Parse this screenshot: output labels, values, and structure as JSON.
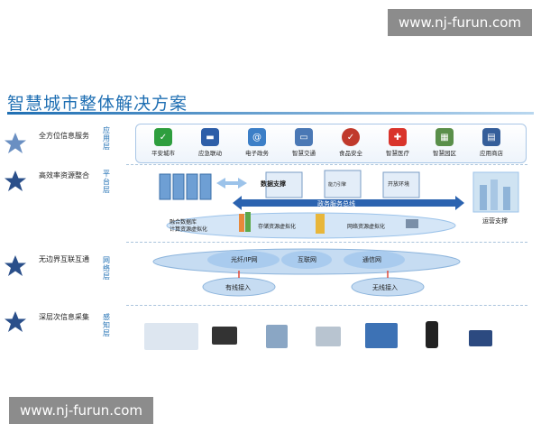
{
  "watermarks": {
    "top": "www.nj-furun.com",
    "bottom": "www.nj-furun.com"
  },
  "title": "智慧城市整体解决方案",
  "layers": [
    {
      "left_label": "全方位信息服务",
      "vertical_label": "应用层"
    },
    {
      "left_label": "高效率资源整合",
      "vertical_label": "平台层"
    },
    {
      "left_label": "无边界互联互通",
      "vertical_label": "网络层"
    },
    {
      "left_label": "深层次信息采集",
      "vertical_label": "感知层"
    }
  ],
  "apps": [
    {
      "label": "平安城市",
      "icon": "shield-icon",
      "color": "#2e9e3e"
    },
    {
      "label": "应急联动",
      "icon": "police-car-icon",
      "color": "#2d5ea8"
    },
    {
      "label": "电子政务",
      "icon": "email-icon",
      "color": "#3c7fc7"
    },
    {
      "label": "智慧交通",
      "icon": "bus-icon",
      "color": "#4a78b5"
    },
    {
      "label": "食品安全",
      "icon": "food-safety-badge-icon",
      "color": "#c0392b"
    },
    {
      "label": "智慧医疗",
      "icon": "medical-kit-icon",
      "color": "#d9342b"
    },
    {
      "label": "智慧园区",
      "icon": "park-map-icon",
      "color": "#5a8f4a"
    },
    {
      "label": "应用商店",
      "icon": "app-store-icon",
      "color": "#355e9a"
    }
  ],
  "platform": {
    "server_tags": [
      "数据支撑",
      "能力引擎",
      "开放环境"
    ],
    "bus": "政务服务总线",
    "ops": "运营支撑",
    "virtualization": [
      "融合数据库\n计算资源虚拟化",
      "存储资源虚拟化",
      "网络资源虚拟化"
    ]
  },
  "network": {
    "clouds": [
      "光纤/IP网",
      "互联网",
      "通信网"
    ],
    "access": [
      "有线接入",
      "无线接入"
    ]
  },
  "colors": {
    "accent": "#1f6fb3",
    "star": "#2a4f8a",
    "bus": "#2b63b0"
  }
}
